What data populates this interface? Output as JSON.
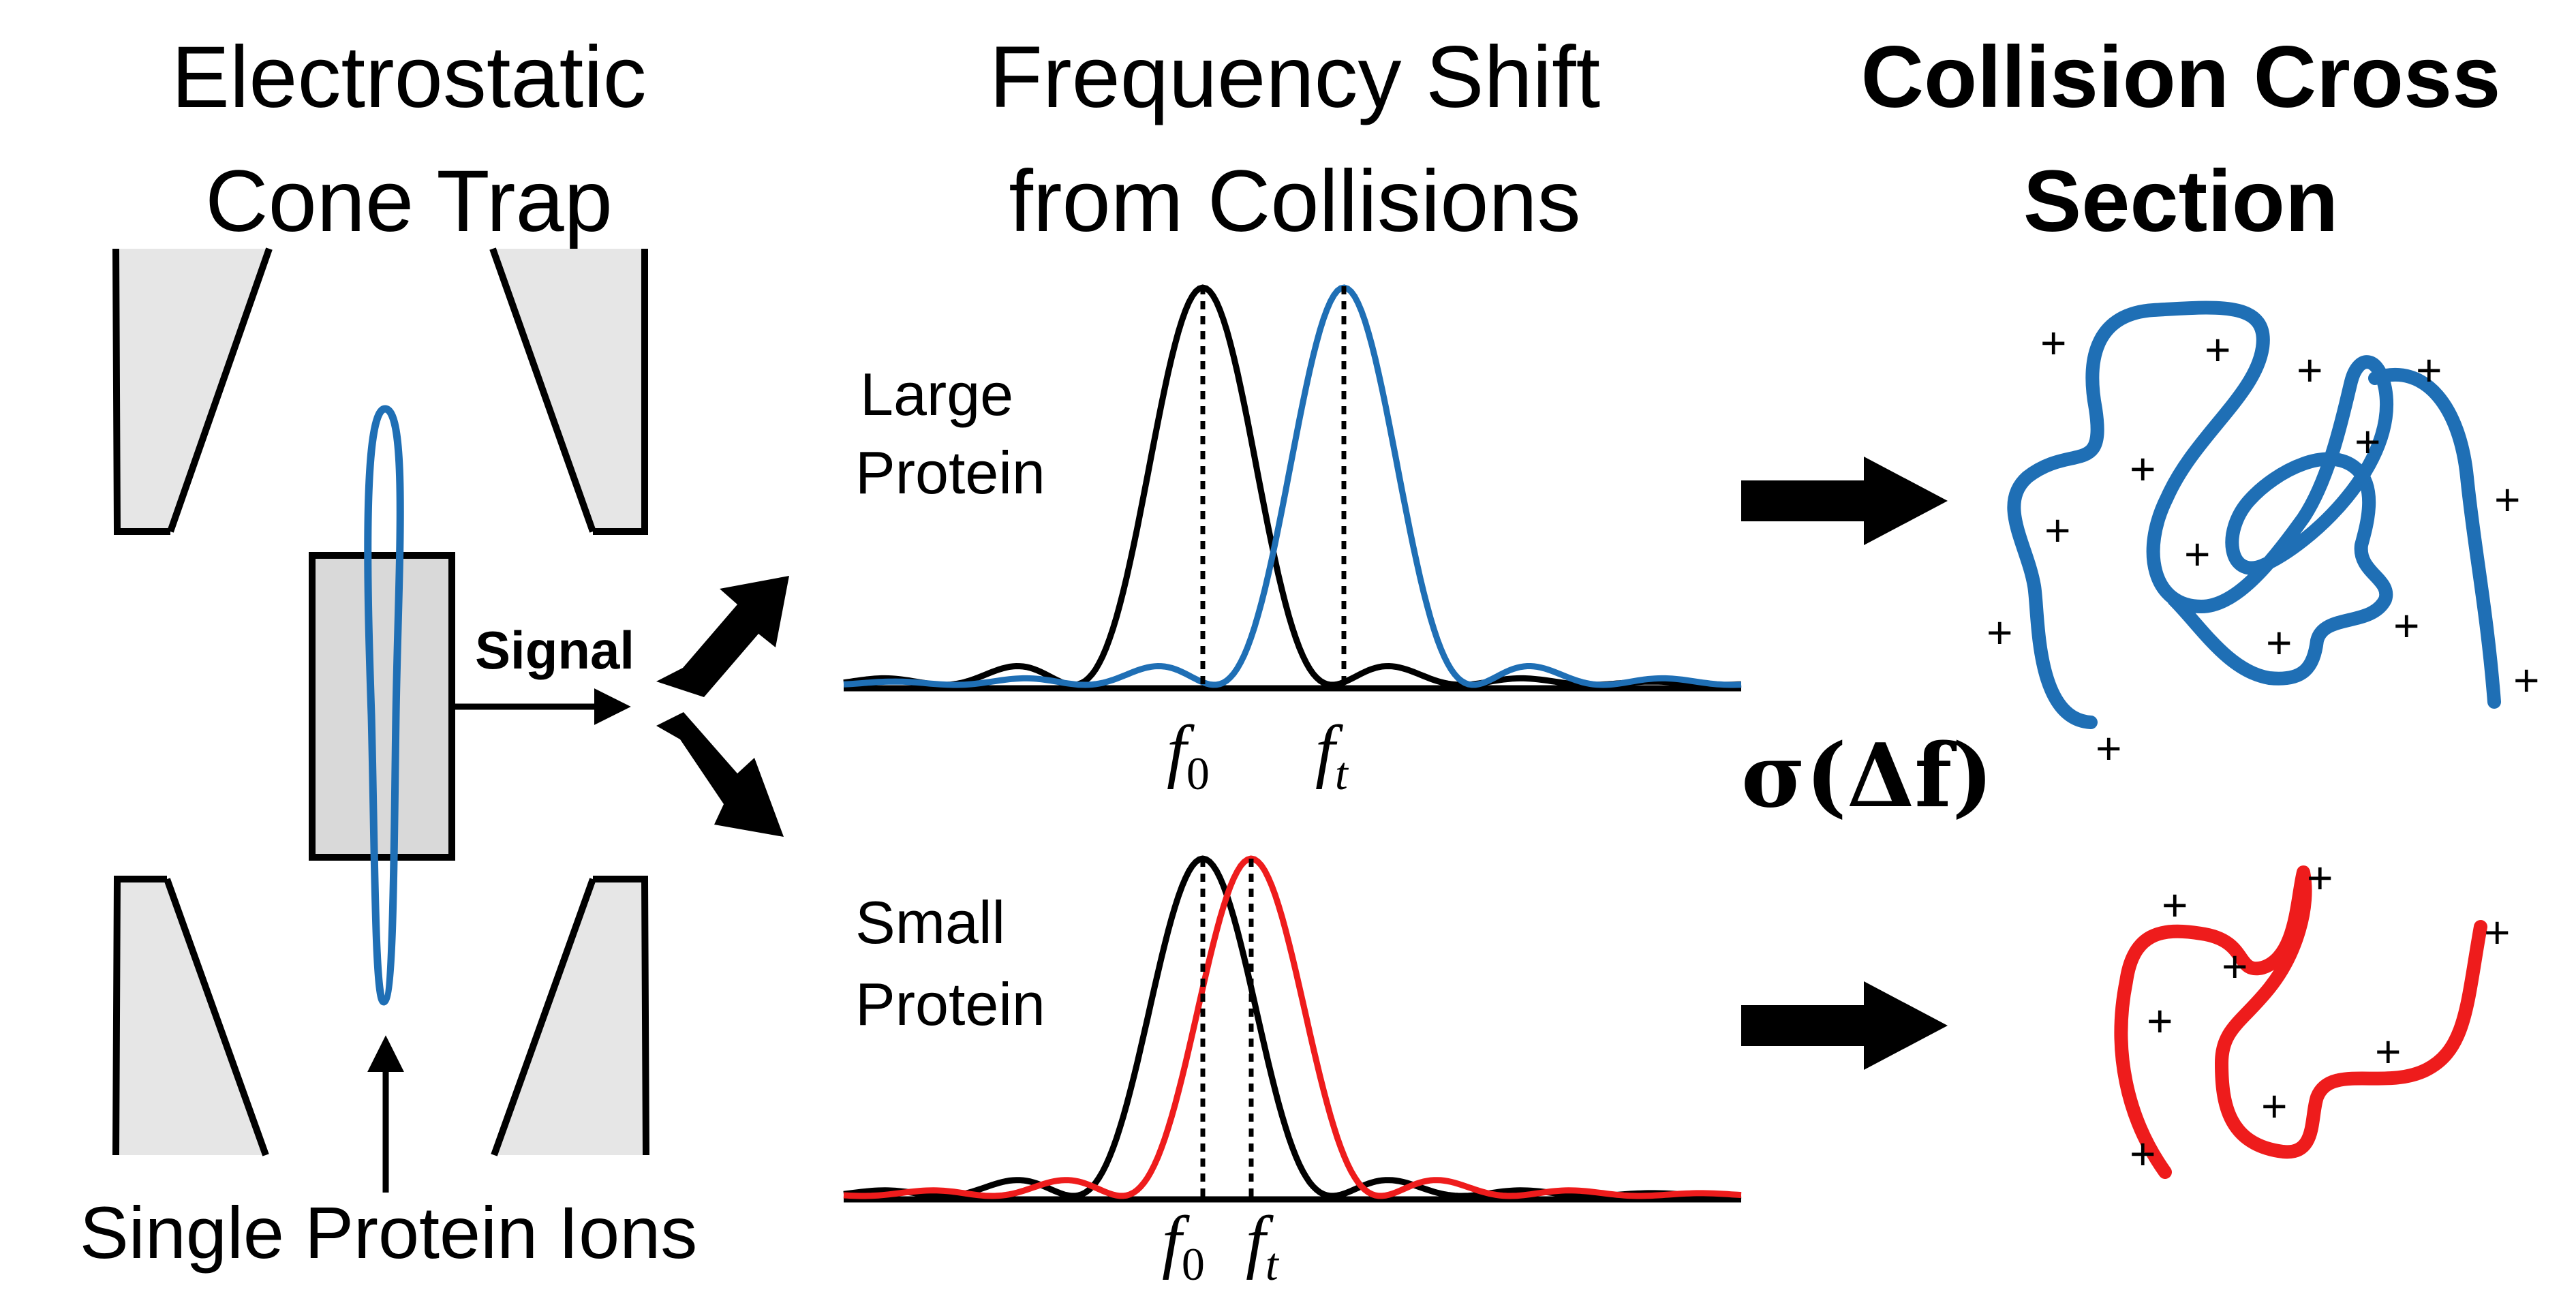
{
  "left": {
    "title_line1": "Electrostatic",
    "title_line2": "Cone Trap",
    "signal_label": "Signal",
    "bottom_label": "Single Protein Ions"
  },
  "middle": {
    "title_line1": "Frequency Shift",
    "title_line2": "from Collisions",
    "top_plot": {
      "label_line1": "Large",
      "label_line2": "Protein",
      "f0_base": "f",
      "f0_sub": "0",
      "ft_base": "f",
      "ft_sub": "t"
    },
    "bottom_plot": {
      "label_line1": "Small",
      "label_line2": "Protein",
      "f0_base": "f",
      "f0_sub": "0",
      "ft_base": "f",
      "ft_sub": "t"
    }
  },
  "right": {
    "title_line1": "Collision Cross",
    "title_line2": "Section",
    "formula": "σ(Δf)",
    "charge_symbol": "+"
  },
  "colors": {
    "blue": "#1f6fb5",
    "red": "#ee1c1c",
    "gray": "#e6e6e6",
    "detector_gray": "#d9d9d9",
    "black": "#000000"
  },
  "peaks": {
    "top": {
      "f0": 0.4,
      "ft": 0.56,
      "black_shift": 0.0,
      "colored_shift": 0.16
    },
    "bottom": {
      "f0": 0.4,
      "ft": 0.45
    }
  }
}
